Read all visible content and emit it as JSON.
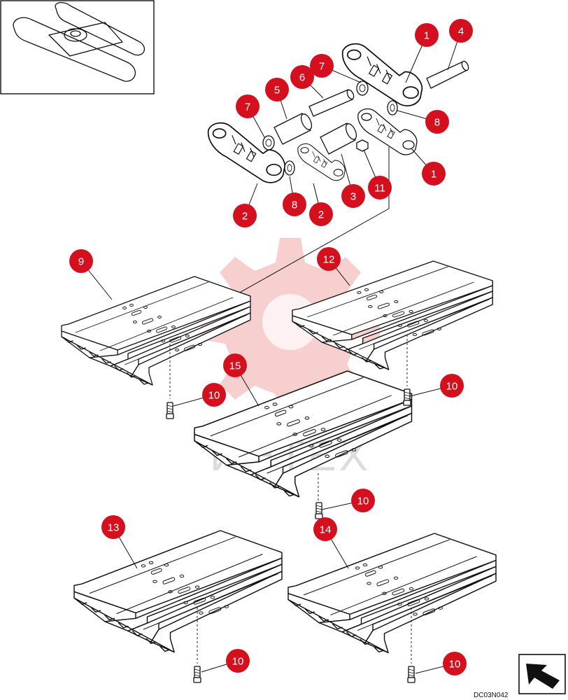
{
  "watermark_text": "ИНТЕХ",
  "drawing_code": "DC03N042",
  "callouts": [
    {
      "label": "1"
    },
    {
      "label": "4"
    },
    {
      "label": "7"
    },
    {
      "label": "6"
    },
    {
      "label": "5"
    },
    {
      "label": "7"
    },
    {
      "label": "8"
    },
    {
      "label": "1"
    },
    {
      "label": "11"
    },
    {
      "label": "3"
    },
    {
      "label": "2"
    },
    {
      "label": "8"
    },
    {
      "label": "2"
    },
    {
      "label": "9"
    },
    {
      "label": "12"
    },
    {
      "label": "10"
    },
    {
      "label": "15"
    },
    {
      "label": "10"
    },
    {
      "label": "10"
    },
    {
      "label": "13"
    },
    {
      "label": "14"
    },
    {
      "label": "10"
    },
    {
      "label": "10"
    }
  ],
  "colors": {
    "callout": "#d4101f",
    "line": "#111111",
    "watermark": "#f2a7a7"
  },
  "icons": [
    "crawler-overview-icon",
    "direction-arrow-icon"
  ]
}
